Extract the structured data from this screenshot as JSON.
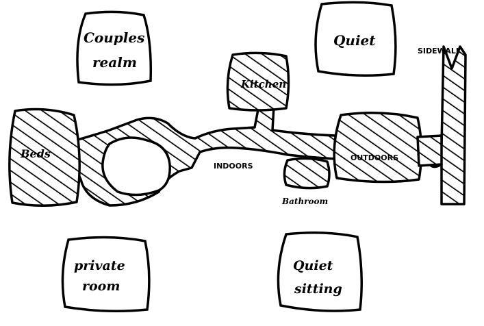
{
  "diagram": {
    "ink_color": "#000000",
    "background": "#ffffff",
    "open_spaces": [
      {
        "id": "couples-realm",
        "lines": [
          "Couples",
          "realm"
        ]
      },
      {
        "id": "quiet",
        "lines": [
          "Quiet"
        ]
      },
      {
        "id": "private-room",
        "lines": [
          "private",
          "room"
        ]
      },
      {
        "id": "quiet-sitting",
        "lines": [
          "Quiet",
          "sitting"
        ]
      }
    ],
    "hatched_spaces": {
      "beds": "Beds",
      "kitchen": "Kitchen",
      "indoors": "INDOORS",
      "outdoors": "OUTDOORS",
      "bathroom": "Bathroom",
      "sidewalk": "SIDEWALK"
    }
  }
}
